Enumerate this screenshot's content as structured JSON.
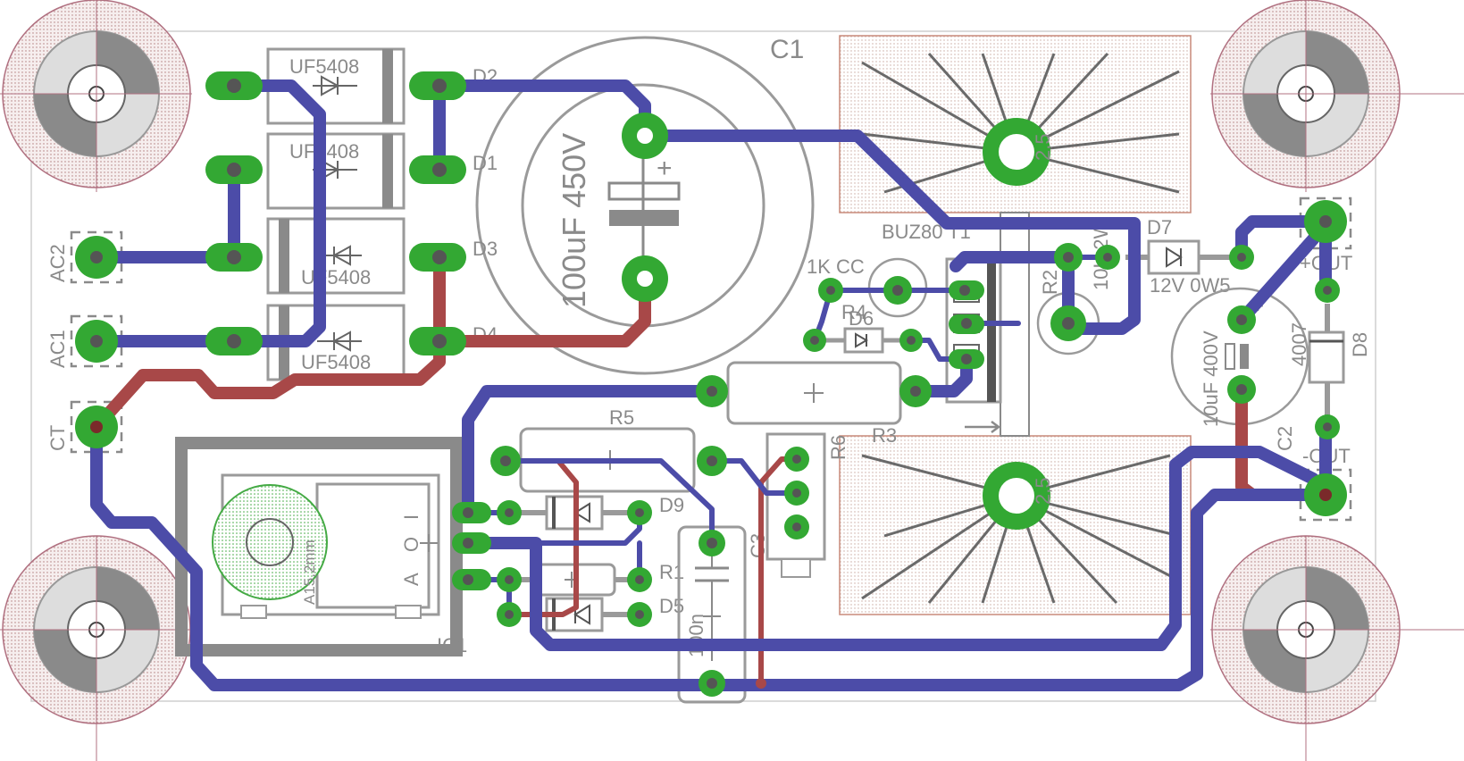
{
  "board": {
    "title": "C1",
    "colors": {
      "top_trace": "#4c4ca8",
      "bottom_trace": "#a84848",
      "pad": "#33a833",
      "silkscreen": "#8a8a8a"
    }
  },
  "labels": {
    "d2_value": "UF5408",
    "d1_value": "UF5408",
    "d3_value": "UF5408",
    "d4_value": "UF5408",
    "d2": "D2",
    "d1": "D1",
    "d3": "D3",
    "d4": "D4",
    "ac2": "AC2",
    "ac1": "AC1",
    "ct": "CT",
    "c1_value": "100uF 450V",
    "c1_plus": "+",
    "hs1_value": "2,5",
    "hs2_value": "2,5",
    "t1": "BUZ80 T1",
    "r2": "R2",
    "r2_value": "10K 2W",
    "d7": "D7",
    "d7_value": "12V 0W5",
    "out_pos": "+OUT",
    "out_neg": "-OUT",
    "cc": "1K CC",
    "r4": "R4",
    "d6": "D6",
    "c2_value": "10uF 400V",
    "c2_plus": "+",
    "d8": "D8",
    "d8_value": "4007",
    "c2": "C2",
    "r5": "R5",
    "r3": "R3",
    "r6": "R6",
    "d9": "D9",
    "r1": "R1",
    "d5": "D5",
    "c3": "C3",
    "c3_value": "100n",
    "ic1": "IC1",
    "ic_pin_i": "I",
    "ic_pin_o": "O",
    "ic_pin_a": "A",
    "ic_hole": "A15,2mm"
  }
}
